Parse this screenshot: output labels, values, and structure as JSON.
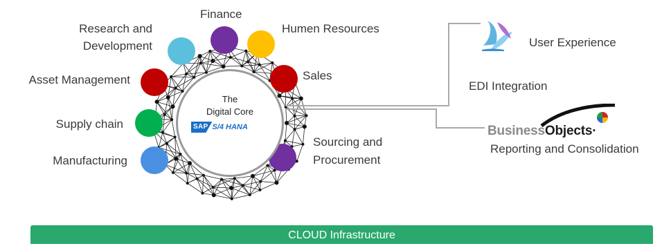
{
  "core": {
    "line1": "The",
    "line2": "Digital Core",
    "logo_brand": "SAP",
    "logo_product": "S/4 HANA"
  },
  "modules": {
    "finance": "Finance",
    "research_line1": "Research and",
    "research_line2": "Development",
    "human_resources": "Humen Resources",
    "asset_management": "Asset Management",
    "sales": "Sales",
    "supply_chain": "Supply chain",
    "sourcing_line1": "Sourcing and",
    "sourcing_line2": "Procurement",
    "manufacturing": "Manufacturing"
  },
  "integrations": {
    "user_experience": "User Experience",
    "edi": "EDI Integration",
    "bo_logo_part1": "Business",
    "bo_logo_part2": "Objects",
    "bo_mark": "·",
    "reporting": "Reporting and Consolidation"
  },
  "footer": {
    "cloud": "CLOUD Infrastructure"
  },
  "colors": {
    "finance": "#7030A0",
    "human_resources": "#FFC000",
    "sales": "#C00000",
    "research": "#5BC0DE",
    "asset_management": "#C00000",
    "supply_chain": "#00B050",
    "manufacturing": "#4A90E2",
    "sourcing": "#7030A0",
    "cloud": "#2AA86E",
    "connector": "#AAAAAA"
  }
}
